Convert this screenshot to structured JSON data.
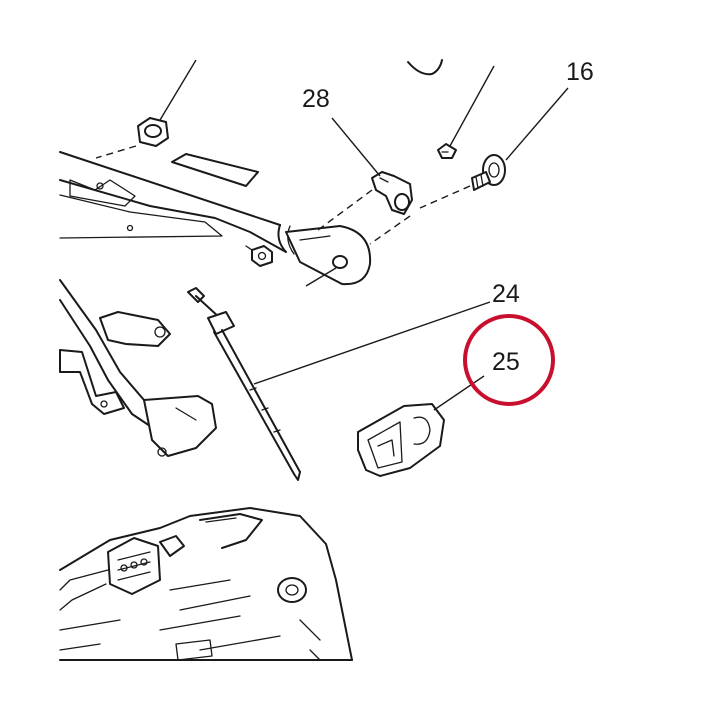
{
  "callouts": {
    "c16": "16",
    "c28": "28",
    "c24": "24",
    "c25": "25"
  },
  "highlight": {
    "callout": "25",
    "color": "#c8102e"
  },
  "colors": {
    "line": "#1a1a1a",
    "background": "#ffffff"
  }
}
